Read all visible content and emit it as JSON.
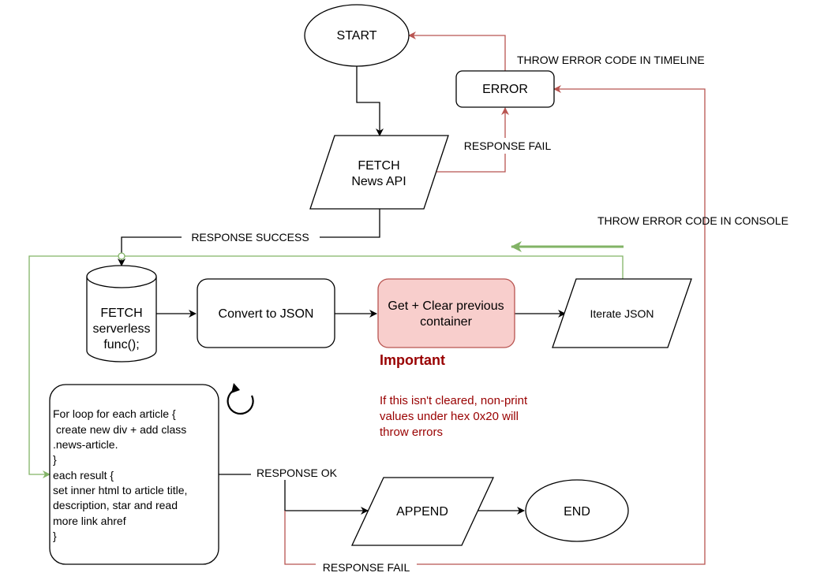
{
  "nodes": {
    "start": "START",
    "error": "ERROR",
    "fetch_news": [
      "FETCH",
      "News API"
    ],
    "fetch_serverless": [
      "FETCH",
      "serverless",
      "func();"
    ],
    "convert_json": "Convert to JSON",
    "clear_container": [
      "Get + Clear previous",
      "container"
    ],
    "iterate_json": "Iterate JSON",
    "loop_code": [
      "For loop for each article {",
      " create new div + add class",
      ".news-article.",
      "}",
      "each result {",
      "set inner html to article title,",
      "description, star and read",
      "more link ahref",
      "}"
    ],
    "append": "APPEND",
    "end": "END"
  },
  "edge_labels": {
    "throw_timeline": "THROW ERROR CODE IN TIMELINE",
    "response_fail_top": "RESPONSE FAIL",
    "throw_console": "THROW ERROR CODE IN CONSOLE",
    "response_success": "RESPONSE SUCCESS",
    "response_ok": "RESPONSE OK",
    "response_fail_bottom": "RESPONSE FAIL"
  },
  "warning": {
    "title": "Important",
    "lines": [
      "If this isn't cleared, non-print",
      "values under hex 0x20 will",
      "throw errors"
    ]
  },
  "colors": {
    "stroke": "#000000",
    "error_edge": "#b85450",
    "loop_edge": "#82b366",
    "highlight_fill": "#f8cecc",
    "highlight_stroke": "#b85450",
    "warning_text": "#990000"
  },
  "icons": [
    "refresh-icon"
  ]
}
